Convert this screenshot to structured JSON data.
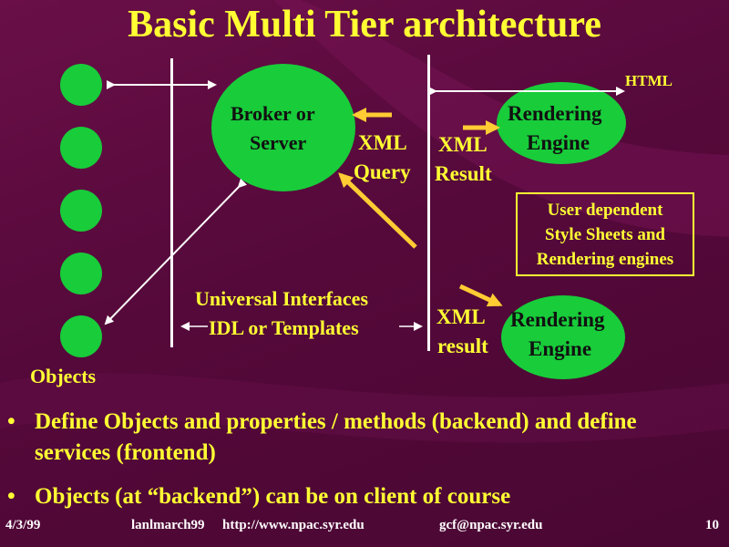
{
  "title": "Basic Multi Tier architecture",
  "labels": {
    "html": "HTML",
    "broker_line1": "Broker or",
    "broker_line2": "Server",
    "rendering_top_line1": "Rendering",
    "rendering_top_line2": "Engine",
    "xml_left": "XML",
    "query": "Query",
    "xml_right": "XML",
    "result_top": "Result",
    "universal_line1": "Universal Interfaces",
    "universal_line2": "IDL or Templates",
    "xml_bottom": "XML",
    "result_bottom": "result",
    "rendering_bottom_line1": "Rendering",
    "rendering_bottom_line2": "Engine",
    "objects": "Objects"
  },
  "note_box": {
    "line1": "User dependent",
    "line2": "Style Sheets and",
    "line3": "Rendering engines"
  },
  "bullets": [
    {
      "marker": "•",
      "text": "Define Objects and properties / methods (backend) and define services (frontend)"
    },
    {
      "marker": "•",
      "text": "Objects (at “backend”) can be on client of course"
    }
  ],
  "footer": {
    "date": "4/3/99",
    "source": "lanlmarch99",
    "url": "http://www.npac.syr.edu",
    "email": "gcf@npac.syr.edu",
    "page": "10"
  },
  "colors": {
    "background": "#5b0a3e",
    "text": "#ffff33",
    "circle": "#18cc3a",
    "arrow_orange": "#ffcc33",
    "footer_text": "#ffffff"
  }
}
